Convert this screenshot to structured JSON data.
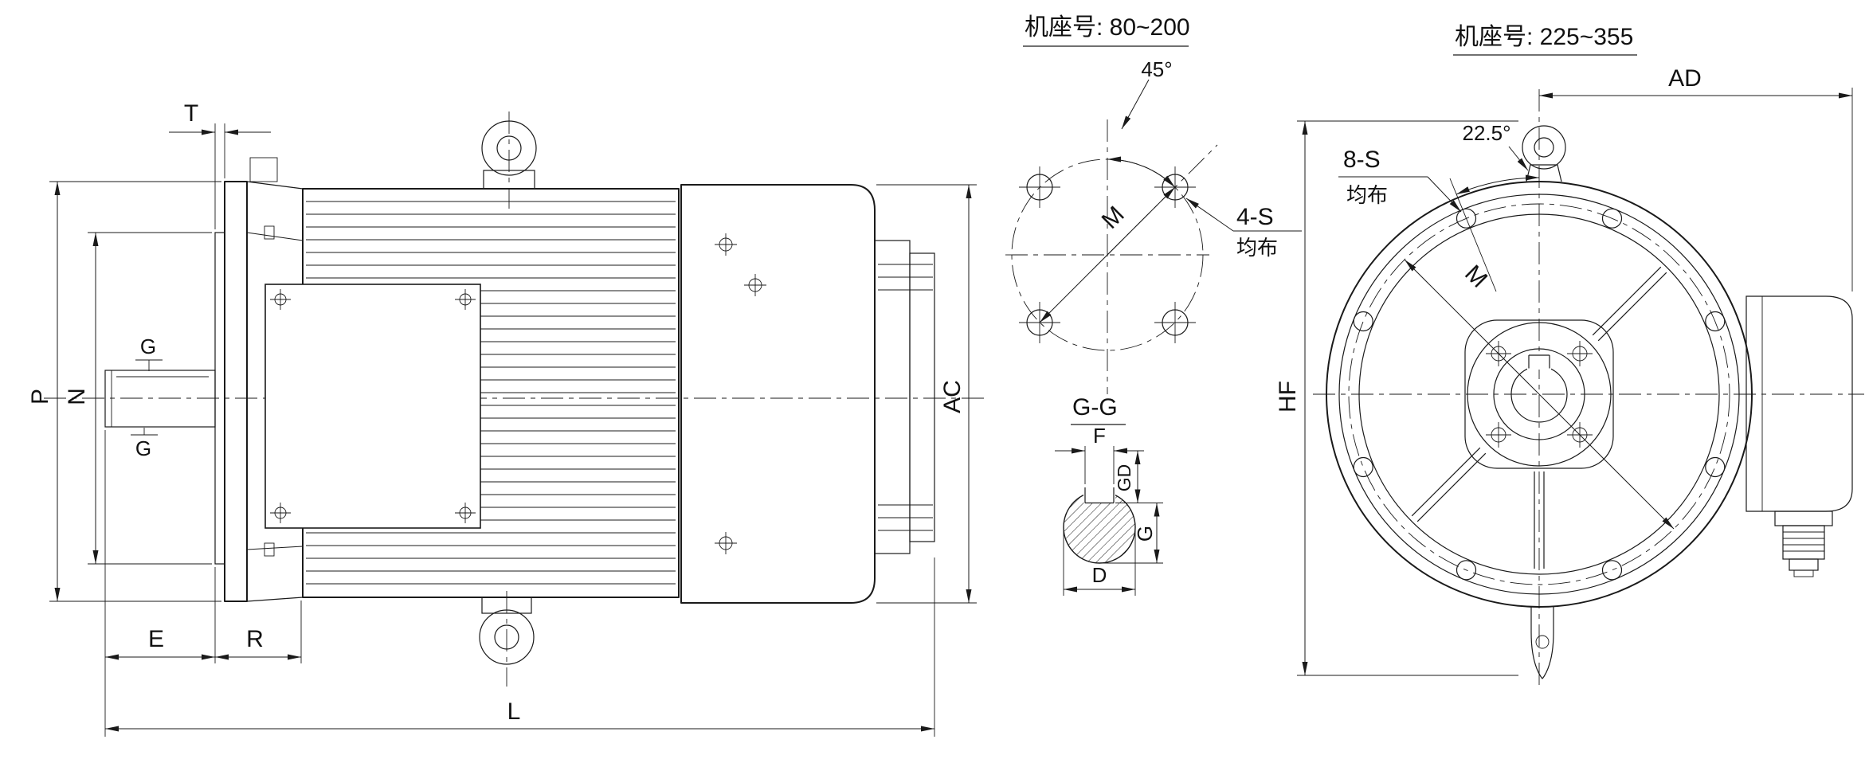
{
  "drawing": {
    "background": "#ffffff",
    "ink": "#1a1a1a",
    "description_domain": "motor outline dimension drawing"
  },
  "side_view": {
    "dims": {
      "T": "T",
      "P": "P",
      "N": "N",
      "G_top": "G",
      "G_bottom": "G",
      "E": "E",
      "R": "R",
      "L": "L",
      "AC": "AC"
    }
  },
  "flange_detail_small": {
    "title": "机座号: 80~200",
    "angle": "45°",
    "bolt_circle": "M",
    "holes": "4-S",
    "evenly_spaced": "均布"
  },
  "key_section": {
    "title": "G-G",
    "dims": {
      "F": "F",
      "GD": "GD",
      "G": "G",
      "D": "D"
    }
  },
  "flange_detail_large": {
    "title": "机座号: 225~355",
    "angle": "22.5°",
    "bolt_circle": "M",
    "holes": "8-S",
    "evenly_spaced": "均布",
    "dims": {
      "AD": "AD",
      "HF": "HF"
    }
  }
}
